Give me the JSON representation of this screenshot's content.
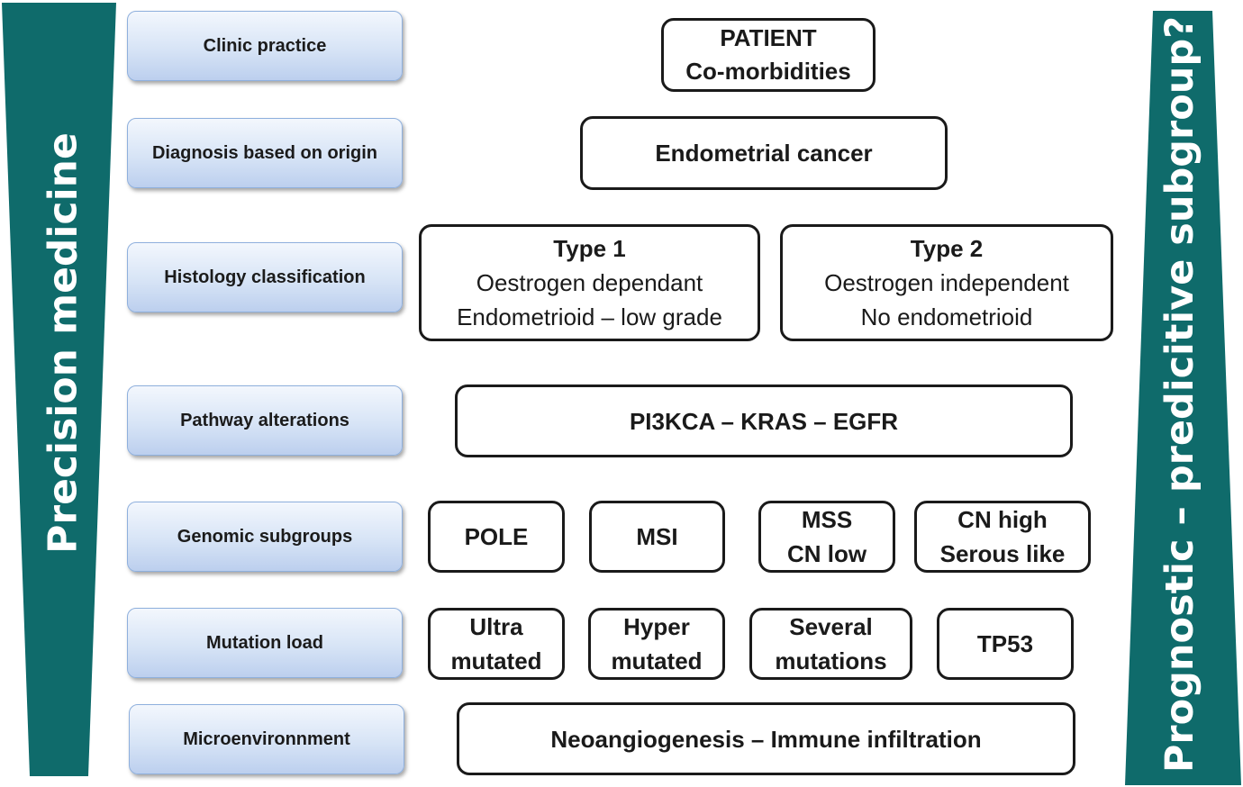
{
  "side": {
    "left_label": "Precision medicine",
    "right_label": "Prognostic – predicitive subgroup?",
    "bar_color": "#0f6b6b"
  },
  "rows": {
    "clinic": "Clinic practice",
    "diagnosis": "Diagnosis based on origin",
    "histology": "Histology classification",
    "pathway": "Pathway alterations",
    "genomic": "Genomic subgroups",
    "mutation": "Mutation load",
    "micro": "Microenvironnment"
  },
  "boxes": {
    "patient": [
      "PATIENT",
      "Co-morbidities"
    ],
    "diagnosis": "Endometrial cancer",
    "type1": {
      "title": "Type 1",
      "line1": "Oestrogen dependant",
      "line2": "Endometrioid – low grade"
    },
    "type2": {
      "title": "Type 2",
      "line1": "Oestrogen independent",
      "line2": "No endometrioid"
    },
    "pathway": "PI3KCA – KRAS – EGFR",
    "genomic": {
      "pole": "POLE",
      "msi": "MSI",
      "mss": [
        "MSS",
        "CN low"
      ],
      "cnhigh": [
        "CN high",
        "Serous like"
      ]
    },
    "mutation": {
      "ultra": [
        "Ultra",
        "mutated"
      ],
      "hyper": [
        "Hyper",
        "mutated"
      ],
      "several": [
        "Several",
        "mutations"
      ],
      "tp53": "TP53"
    },
    "micro": "Neoangiogenesis – Immune infiltration"
  }
}
